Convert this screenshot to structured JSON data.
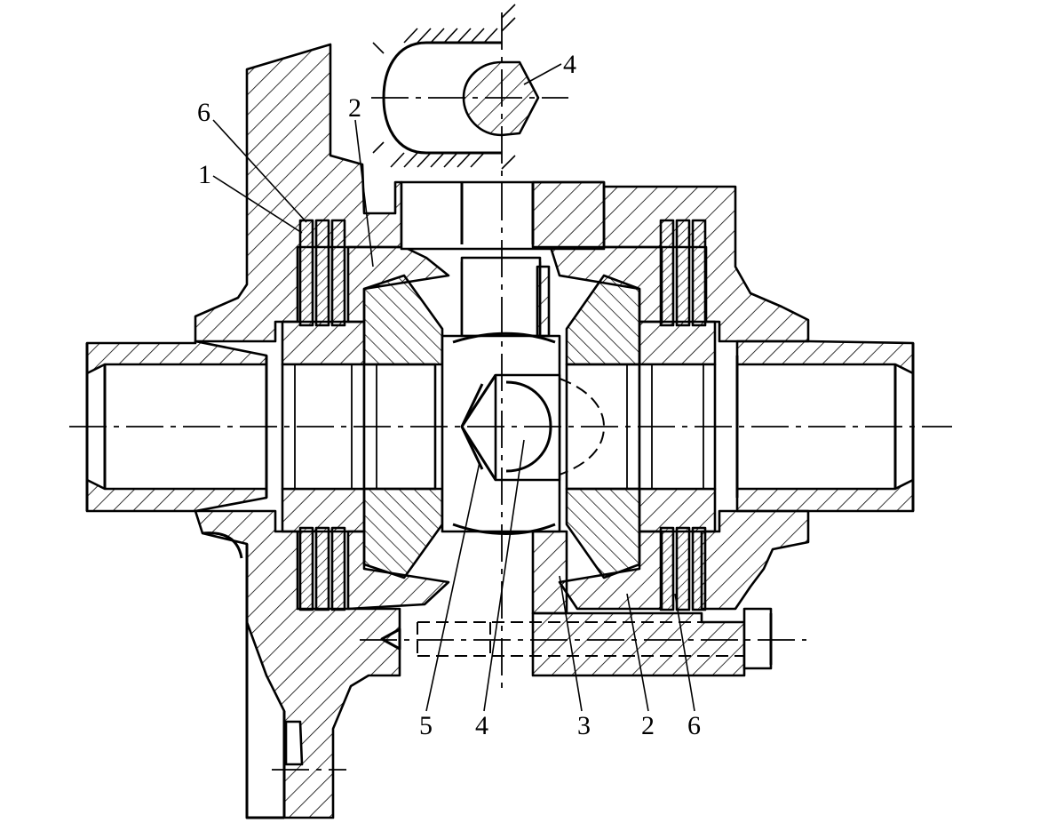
{
  "callouts": [
    {
      "id": "6-left",
      "text": "6"
    },
    {
      "id": "2-top",
      "text": "2"
    },
    {
      "id": "1",
      "text": "1"
    },
    {
      "id": "4-top",
      "text": "4"
    },
    {
      "id": "5",
      "text": "5"
    },
    {
      "id": "4-bottom",
      "text": "4"
    },
    {
      "id": "3",
      "text": "3"
    },
    {
      "id": "2-bottom",
      "text": "2"
    },
    {
      "id": "6-bottom",
      "text": "6"
    }
  ]
}
